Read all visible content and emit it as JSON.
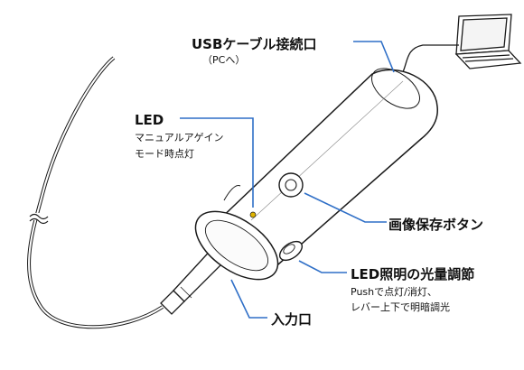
{
  "labels": {
    "usb": {
      "title": "USBケーブル接続口",
      "note": "（PCへ）"
    },
    "led": {
      "title": "LED",
      "lines": [
        "マニュアルアゲイン",
        "モード時点灯"
      ]
    },
    "capture": {
      "title": "画像保存ボタン"
    },
    "light": {
      "title": "LED照明の光量調節",
      "lines": [
        "Pushで点灯/消灯、",
        "レバー上下で明暗調光"
      ]
    },
    "input": {
      "title": "入力口"
    }
  },
  "colors": {
    "line": "#1a1a1a",
    "leader": "#2f6fc7",
    "led": "#e0b400",
    "fill": "#ffffff"
  }
}
